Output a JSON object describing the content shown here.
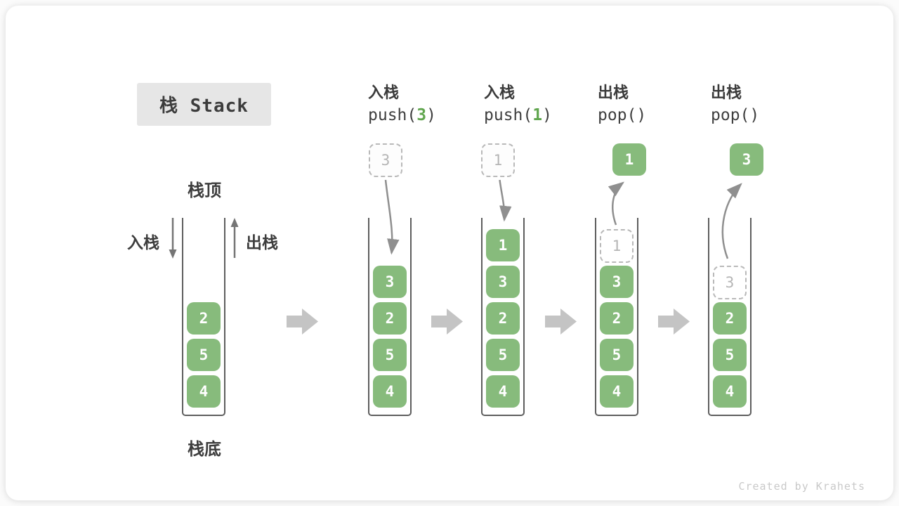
{
  "title": "栈 Stack",
  "labels": {
    "stack_top": "栈顶",
    "stack_bottom": "栈底",
    "push_side": "入栈",
    "pop_side": "出栈"
  },
  "operations": [
    {
      "name": "入栈",
      "code_pre": "push(",
      "arg": "3",
      "code_post": ")"
    },
    {
      "name": "入栈",
      "code_pre": "push(",
      "arg": "1",
      "code_post": ")"
    },
    {
      "name": "出栈",
      "code_pre": "pop()",
      "arg": "",
      "code_post": ""
    },
    {
      "name": "出栈",
      "code_pre": "pop()",
      "arg": "",
      "code_post": ""
    }
  ],
  "stages": [
    {
      "blocks": [
        "2",
        "5",
        "4"
      ]
    },
    {
      "float_value": "3",
      "blocks": [
        "3",
        "2",
        "5",
        "4"
      ]
    },
    {
      "float_value": "1",
      "blocks": [
        "1",
        "3",
        "2",
        "5",
        "4"
      ]
    },
    {
      "float_value": "1",
      "ghost_value": "1",
      "blocks": [
        "3",
        "2",
        "5",
        "4"
      ]
    },
    {
      "float_value": "3",
      "ghost_value": "3",
      "blocks": [
        "2",
        "5",
        "4"
      ]
    }
  ],
  "watermark": "Created by Krahets",
  "colors": {
    "block_green": "#87BB7C",
    "code_accent_green": "#61A64F",
    "flow_arrow_gray": "#C4C4C4",
    "curve_arrow_gray": "#8F8F8F",
    "straight_arrow_gray": "#757575",
    "title_box_bg": "#E6E6E6",
    "ghost_border": "#B9B9B9",
    "container_border": "#5E5E5E",
    "text_dark": "#3C3C3C"
  }
}
